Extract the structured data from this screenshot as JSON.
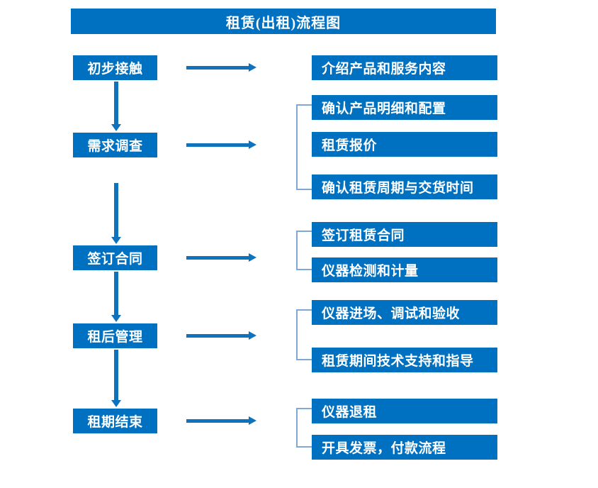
{
  "diagram": {
    "title": "租赁(出租)流程图",
    "accent_color": "#0070c0",
    "arrow_color": "#0f72bd",
    "bracket_color": "#7fa8d4",
    "text_color": "#ffffff",
    "background_color": "#ffffff"
  },
  "stages": [
    {
      "id": "stage-1",
      "label": "初步接触"
    },
    {
      "id": "stage-2",
      "label": "需求调查"
    },
    {
      "id": "stage-3",
      "label": "签订合同"
    },
    {
      "id": "stage-4",
      "label": "租后管理"
    },
    {
      "id": "stage-5",
      "label": "租期结束"
    }
  ],
  "details": [
    {
      "id": "detail-1",
      "label": "介绍产品和服务内容",
      "stage": "stage-1"
    },
    {
      "id": "detail-2",
      "label": "确认产品明细和配置",
      "stage": "stage-2"
    },
    {
      "id": "detail-3",
      "label": "租赁报价",
      "stage": "stage-2"
    },
    {
      "id": "detail-4",
      "label": "确认租赁周期与交货时间",
      "stage": "stage-2"
    },
    {
      "id": "detail-5",
      "label": "签订租赁合同",
      "stage": "stage-3"
    },
    {
      "id": "detail-6",
      "label": "仪器检测和计量",
      "stage": "stage-3"
    },
    {
      "id": "detail-7",
      "label": "仪器进场、调试和验收",
      "stage": "stage-4"
    },
    {
      "id": "detail-8",
      "label": "租赁期间技术支持和指导",
      "stage": "stage-4"
    },
    {
      "id": "detail-9",
      "label": "仪器退租",
      "stage": "stage-5"
    },
    {
      "id": "detail-10",
      "label": "开具发票，付款流程",
      "stage": "stage-5"
    }
  ],
  "connectors": {
    "vertical_arrow_count": 4,
    "horizontal_arrow_count": 5,
    "bracket_count": 4
  }
}
